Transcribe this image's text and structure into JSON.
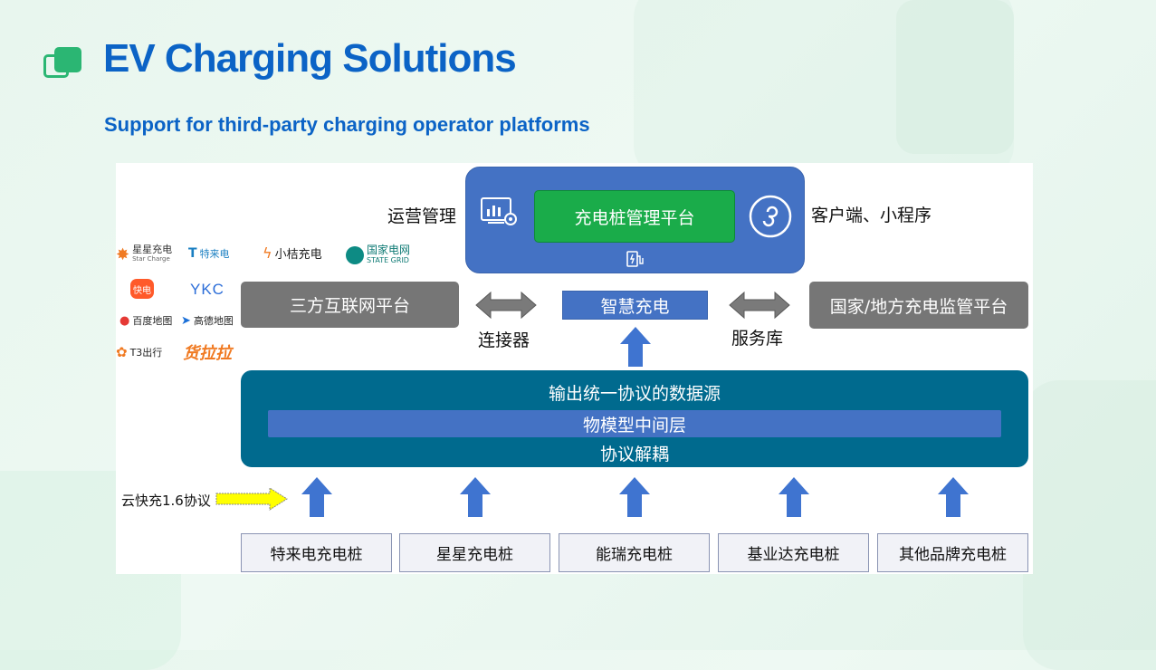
{
  "title": "EV Charging Solutions",
  "subtitle": "Support for third-party charging operator platforms",
  "diagram": {
    "ops_label": "运营管理",
    "client_label": "客户端、小程序",
    "platform_label": "充电桩管理平台",
    "third_party_platform": "三方互联网平台",
    "smart_charging": "智慧充电",
    "national_platform": "国家/地方充电监管平台",
    "connector_label": "连接器",
    "service_lib_label": "服务库",
    "data_source_label": "输出统一协议的数据源",
    "object_model_label": "物模型中间层",
    "decoupling_label": "协议解耦",
    "protocol_label": "云快充1.6协议",
    "chargers": [
      "特来电充电桩",
      "星星充电桩",
      "能瑞充电桩",
      "基业达充电桩",
      "其他品牌充电桩"
    ],
    "logos": {
      "star_charge": "星星充电",
      "star_charge_en": "Star Charge",
      "teld": "特来电",
      "xiaoju": "小桔充电",
      "state_grid": "国家电网",
      "state_grid_en": "STATE GRID",
      "kuaidian": "快电",
      "ykc": "YKC",
      "baidu_map": "百度地图",
      "amap": "高德地图",
      "t3": "T3出行",
      "huolala": "货拉拉"
    }
  },
  "colors": {
    "title_blue": "#0b63c6",
    "accent_green": "#2bb673",
    "platform_blue": "#4472c4",
    "gray": "#767676",
    "teal": "#006a8e",
    "arrow_blue": "#3f74d0",
    "arrow_yellow": "#ffff00"
  },
  "icons": [
    "monitor-gear-icon",
    "mini-program-icon",
    "charging-station-icon",
    "double-arrow-icon",
    "up-arrow-icon",
    "yellow-right-arrow-icon"
  ]
}
